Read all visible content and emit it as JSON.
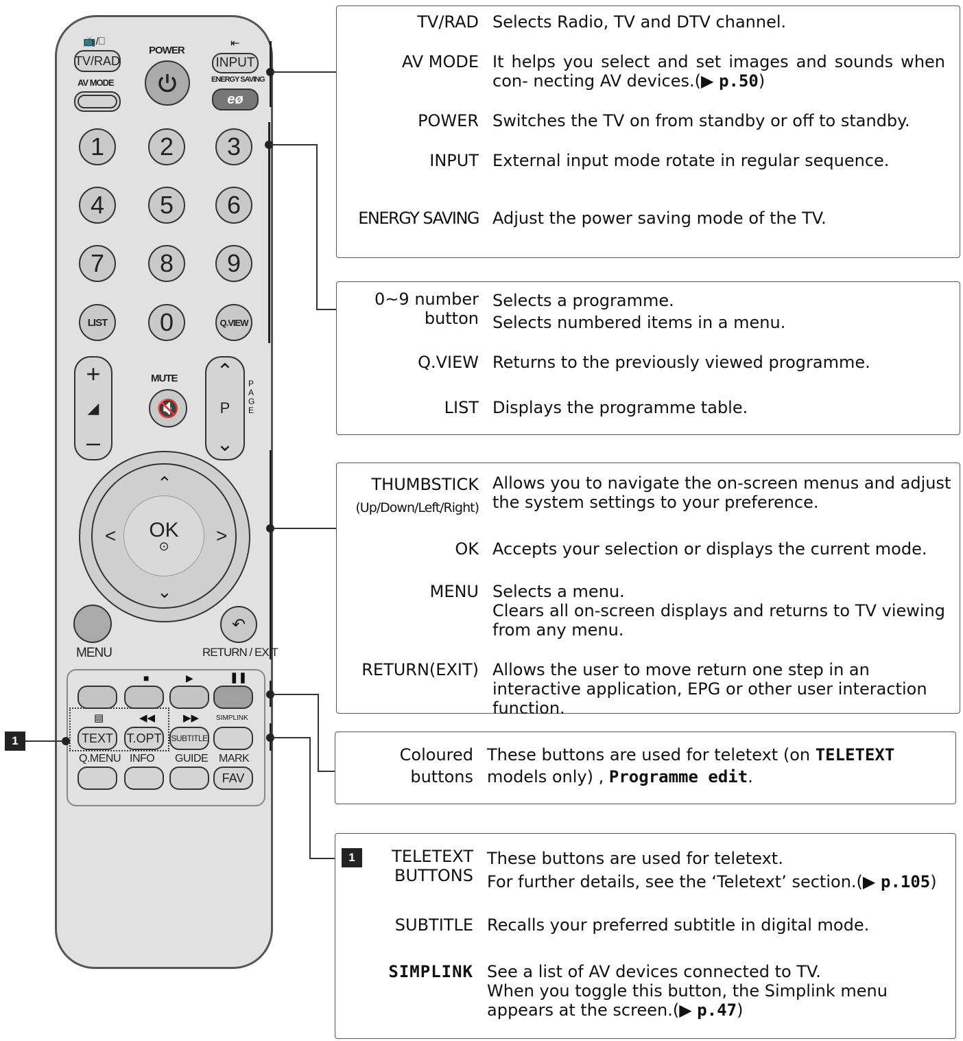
{
  "remote": {
    "tvrad": "TV/RAD",
    "avmode": "AV MODE",
    "power": "POWER",
    "input": "INPUT",
    "energy": "ENERGY SAVING",
    "numbers": [
      "1",
      "2",
      "3",
      "4",
      "5",
      "6",
      "7",
      "8",
      "9"
    ],
    "list": "LIST",
    "zero": "0",
    "qview": "Q.VIEW",
    "mute": "MUTE",
    "p": "P",
    "page": "PAGE",
    "ok": "OK",
    "menu": "MENU",
    "return": "RETURN / EXIT",
    "text": "TEXT",
    "topt": "T.OPT",
    "subtitle": "SUBTITLE",
    "simplink_logo": "SIMPLINK",
    "qmenu": "Q.MENU",
    "info": "INFO",
    "guide": "GUIDE",
    "mark": "MARK",
    "fav": "FAV",
    "badge": "1",
    "colors": {
      "red": "#c4c4c4",
      "green": "#c4c4c4",
      "yellow": "#c4c4c4",
      "blue": "#a0a0a0"
    }
  },
  "boxes": {
    "power_group": [
      {
        "term": "TV/RAD",
        "desc": "Selects Radio, TV and DTV channel."
      },
      {
        "term": "AV MODE",
        "desc": "It helps you select and set images and sounds when con- necting AV devices.(",
        "ref": "p.50",
        "tail": ")"
      },
      {
        "term": "POWER",
        "desc": "Switches the TV on from standby or off to standby."
      },
      {
        "term": "INPUT",
        "desc": "External input mode rotate in regular sequence."
      },
      {
        "term": "ENERGY SAVING",
        "desc": "Adjust the power saving mode of the TV."
      }
    ],
    "number_group": [
      {
        "term": "0~9 number",
        "term2": "button",
        "desc": "Selects a programme.",
        "desc2": "Selects numbered items in a menu."
      },
      {
        "term": "Q.VIEW",
        "desc": "Returns to the previously viewed programme."
      },
      {
        "term": "LIST",
        "desc": "Displays the programme table."
      }
    ],
    "nav_group": [
      {
        "term": "THUMBSTICK",
        "term2": "(Up/Down/Left/Right)",
        "desc": "Allows you to navigate the on-screen menus and adjust the system settings to your preference."
      },
      {
        "term": "OK",
        "desc": "Accepts your selection or displays the current mode."
      },
      {
        "term": "MENU",
        "desc": "Selects a menu.",
        "desc2": "Clears all on-screen displays and returns to TV viewing from any menu."
      },
      {
        "term": "RETURN(EXIT)",
        "desc": "Allows the user to move return one step in an interactive application, EPG or other user interaction function."
      }
    ],
    "colour_group": [
      {
        "term": "Coloured",
        "term2": "buttons",
        "desc": "These buttons are used for teletext (on ",
        "bold1": "TELETEXT",
        "desc_mid": "models only) , ",
        "bold2": "Programme edit",
        "tail": "."
      }
    ],
    "teletext_group": [
      {
        "badge": "1",
        "term": "TELETEXT",
        "term2": "BUTTONS",
        "desc": "These buttons are used for teletext.",
        "desc2": "For further details, see the ‘Teletext’ section.(",
        "ref": "p.105",
        "tail": ")"
      },
      {
        "term": "SUBTITLE",
        "desc": "Recalls your preferred subtitle in digital mode."
      },
      {
        "term": "SIMPLINK",
        "desc": "See a list of AV devices connected to TV.",
        "desc2": "When you toggle this button, the Simplink menu appears at the screen.(",
        "ref": "p.47",
        "tail": ")"
      }
    ]
  }
}
